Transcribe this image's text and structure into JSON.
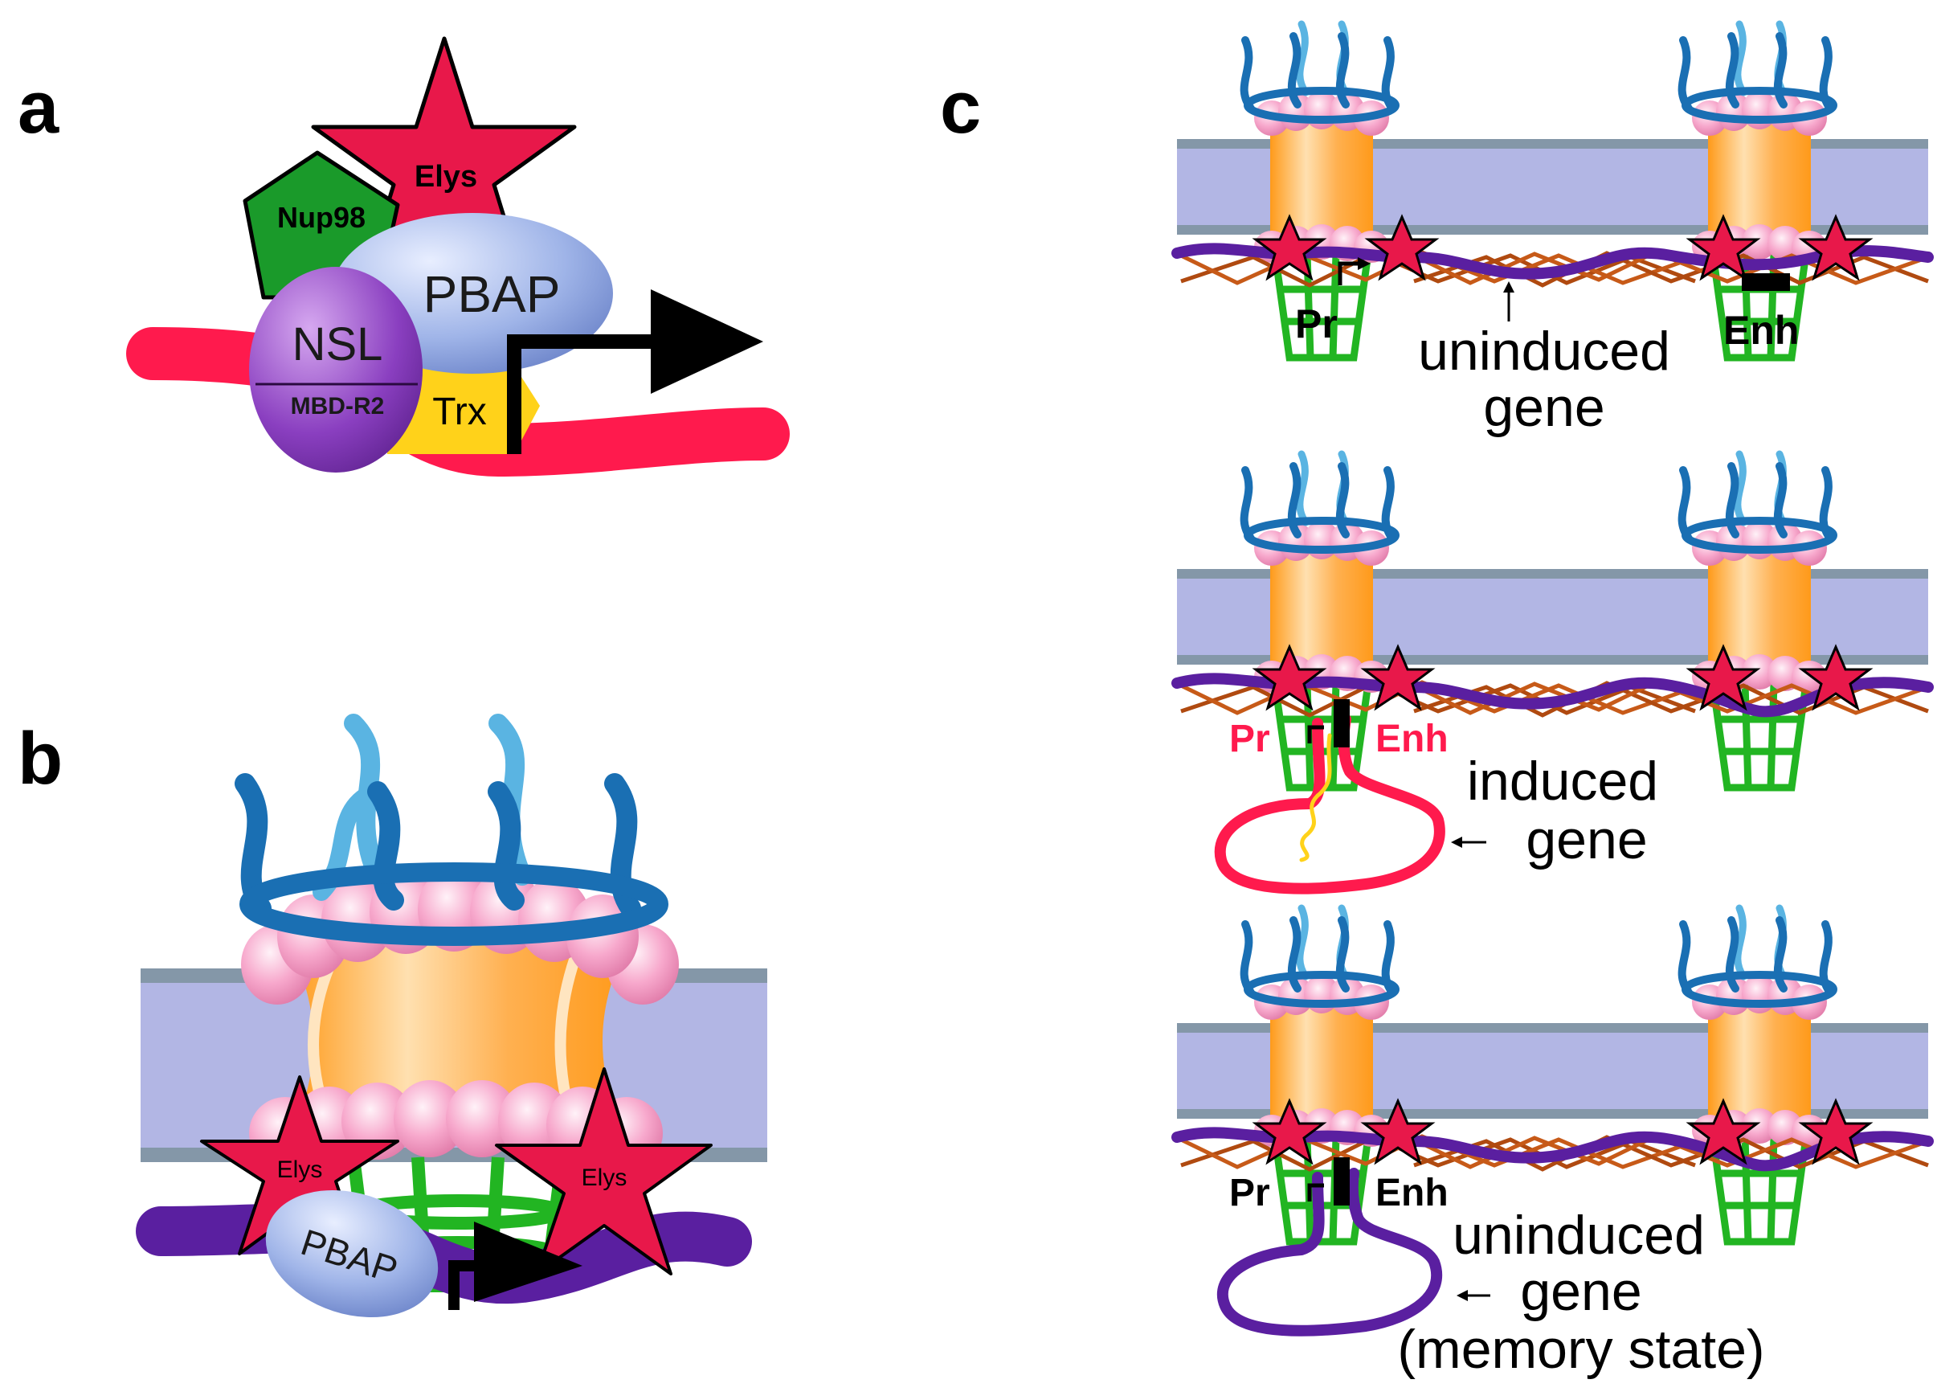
{
  "panels": {
    "a": {
      "letter": "a",
      "nup98": "Nup98",
      "elys": "Elys",
      "pbap": "PBAP",
      "nsl": "NSL",
      "mbd": "MBD-R2",
      "trx": "Trx"
    },
    "b": {
      "letter": "b",
      "elys_left": "Elys",
      "elys_right": "Elys",
      "pbap": "PBAP"
    },
    "c": {
      "letter": "c",
      "row1": {
        "pr": "Pr",
        "enh": "Enh",
        "caption1": "uninduced",
        "caption2": "gene"
      },
      "row2": {
        "pr": "Pr",
        "enh": "Enh",
        "caption1": "induced",
        "caption2": "gene"
      },
      "row3": {
        "pr": "Pr",
        "enh": "Enh",
        "caption1": "uninduced",
        "caption2": "gene",
        "caption3": "(memory state)"
      }
    }
  },
  "colors": {
    "chromatin_red": "#ff1a4d",
    "chromatin_purple": "#5a1fa0",
    "star_red": "#e8184a",
    "nup98_green": "#1a9a2a",
    "nsl_purple": "#8a3fc0",
    "pbap_blue": "#8ca6e0",
    "trx_yellow": "#ffd21a",
    "membrane": "#b2b6e4",
    "membrane_edge": "#8497a8",
    "basket_green": "#22b522",
    "filament_dark": "#1a6fb3",
    "filament_light": "#5ab4e2",
    "ring_pink": "#f7a8cc",
    "core_orange": "#ffa030",
    "lamina_brown": "#b04a10"
  }
}
